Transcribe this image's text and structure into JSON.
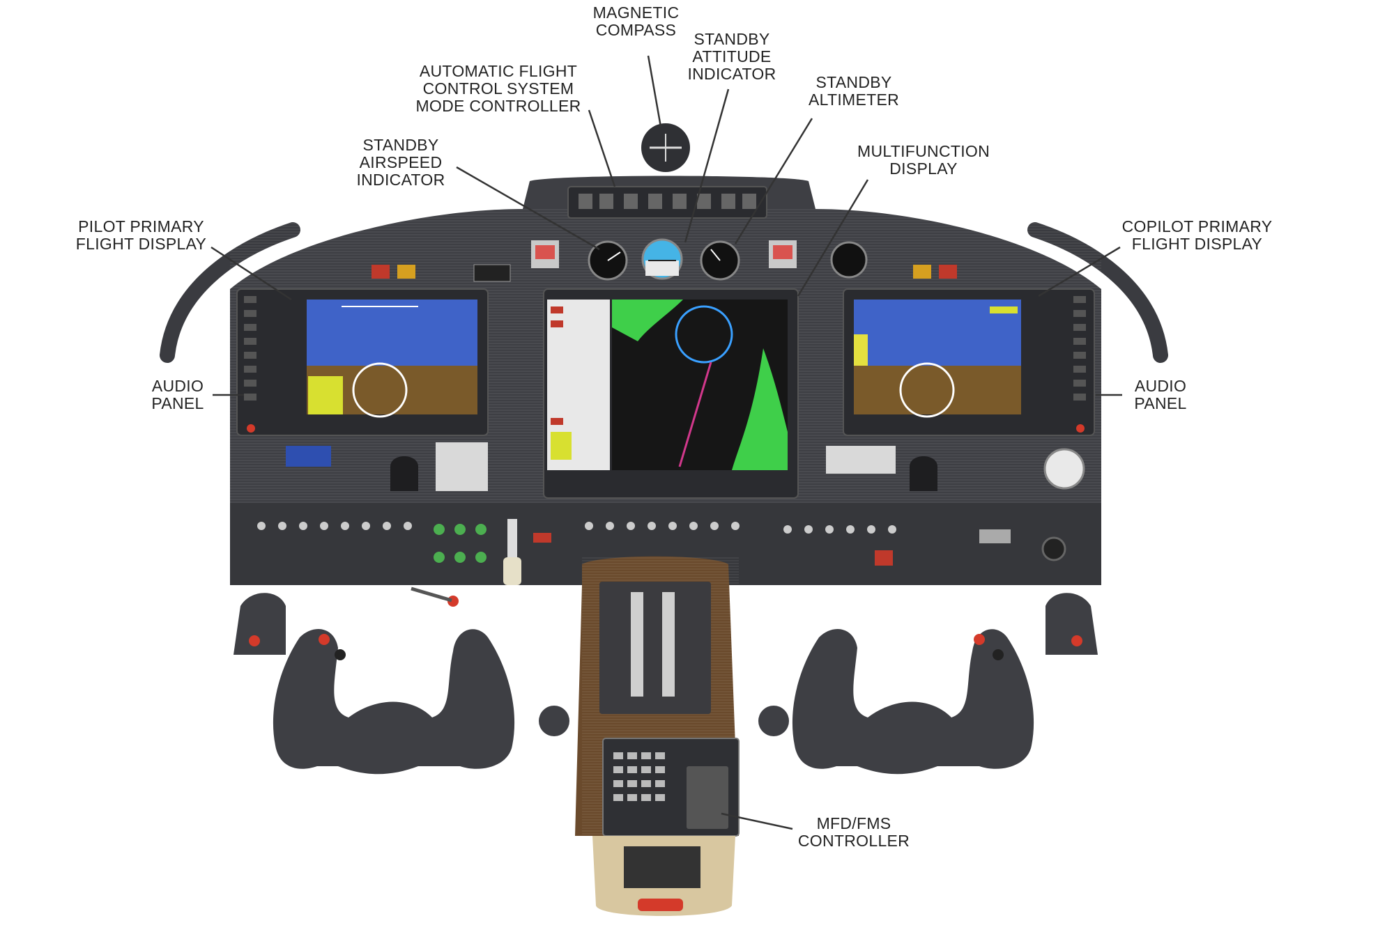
{
  "labels": {
    "magnetic_compass": [
      "MAGNETIC",
      "COMPASS"
    ],
    "afcs_mode_controller": [
      "AUTOMATIC FLIGHT",
      "CONTROL SYSTEM",
      "MODE CONTROLLER"
    ],
    "standby_attitude": [
      "STANDBY",
      "ATTITUDE",
      "INDICATOR"
    ],
    "standby_altimeter": [
      "STANDBY",
      "ALTIMETER"
    ],
    "standby_airspeed": [
      "STANDBY",
      "AIRSPEED",
      "INDICATOR"
    ],
    "multifunction_display": [
      "MULTIFUNCTION",
      "DISPLAY"
    ],
    "pilot_pfd": [
      "PILOT PRIMARY",
      "FLIGHT DISPLAY"
    ],
    "copilot_pfd": [
      "COPILOT PRIMARY",
      "FLIGHT DISPLAY"
    ],
    "audio_panel_left": [
      "AUDIO",
      "PANEL"
    ],
    "audio_panel_right": [
      "AUDIO",
      "PANEL"
    ],
    "mfd_fms_controller": [
      "MFD/FMS",
      "CONTROLLER"
    ]
  },
  "colors": {
    "panel": "#3e3f44",
    "panel_dark": "#2a2b2f",
    "sky": "#3f63c8",
    "ground": "#7a5a2a",
    "map_green": "#3fcf4a",
    "map_bg": "#161616",
    "console_wood": "#6a4a2c",
    "console_beige": "#d8c7a0",
    "accent_red": "#d43a2a",
    "standby_attitude_blue": "#45b4e6",
    "leader_line": "#333333"
  }
}
